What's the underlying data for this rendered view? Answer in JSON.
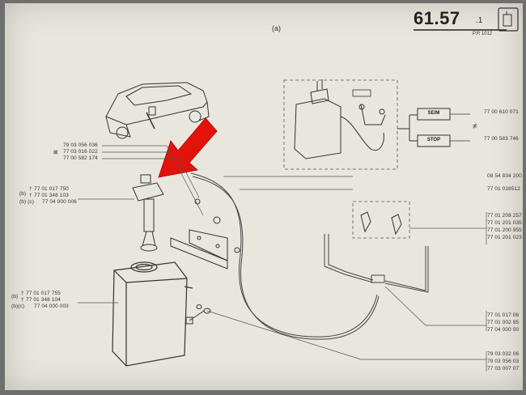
{
  "header": {
    "page_number": "61.57",
    "page_sub": ".1",
    "view_label": "(a)",
    "ref_code": "P.R 1012"
  },
  "switch_box": {
    "seim_label": "SEIM",
    "stop_label": "STOP",
    "seim_part": "77 00 610 071",
    "stop_part": "77 00 583 746"
  },
  "parts_left": {
    "top_1": "79 03 056 036",
    "top_2": "77 03 016 022",
    "top_3": "77 00 582 174",
    "pump_1": "77 01 017 750",
    "pump_2": "77 01 348 103",
    "pump_3": "77 04 000 006",
    "pump_prefix_1": "(b)",
    "pump_prefix_3": "(b) (c)",
    "tank_1": "77 01 017 755",
    "tank_2": "77 01 348 104",
    "tank_3": "77 04 000 003",
    "tank_prefix_1": "(b)",
    "tank_prefix_3": "(b)(c)"
  },
  "parts_right": {
    "r1": "08 54 834 200",
    "r2": "77 01 016512",
    "n1": "77 01 208 257",
    "n2": "77 01 201 035",
    "n3": "77 01 200 955",
    "n4": "77 01 201 023",
    "b1": "77 01 017 06",
    "b2": "77 01 002 95",
    "b3": "77 04 000 00",
    "bb1": "79 03 032 06",
    "bb2": "79 03 056 03",
    "bb3": "77 03 007 07"
  },
  "colors": {
    "paper": "#e9e6dd",
    "ink": "#333333",
    "arrow": "#e3120b"
  }
}
